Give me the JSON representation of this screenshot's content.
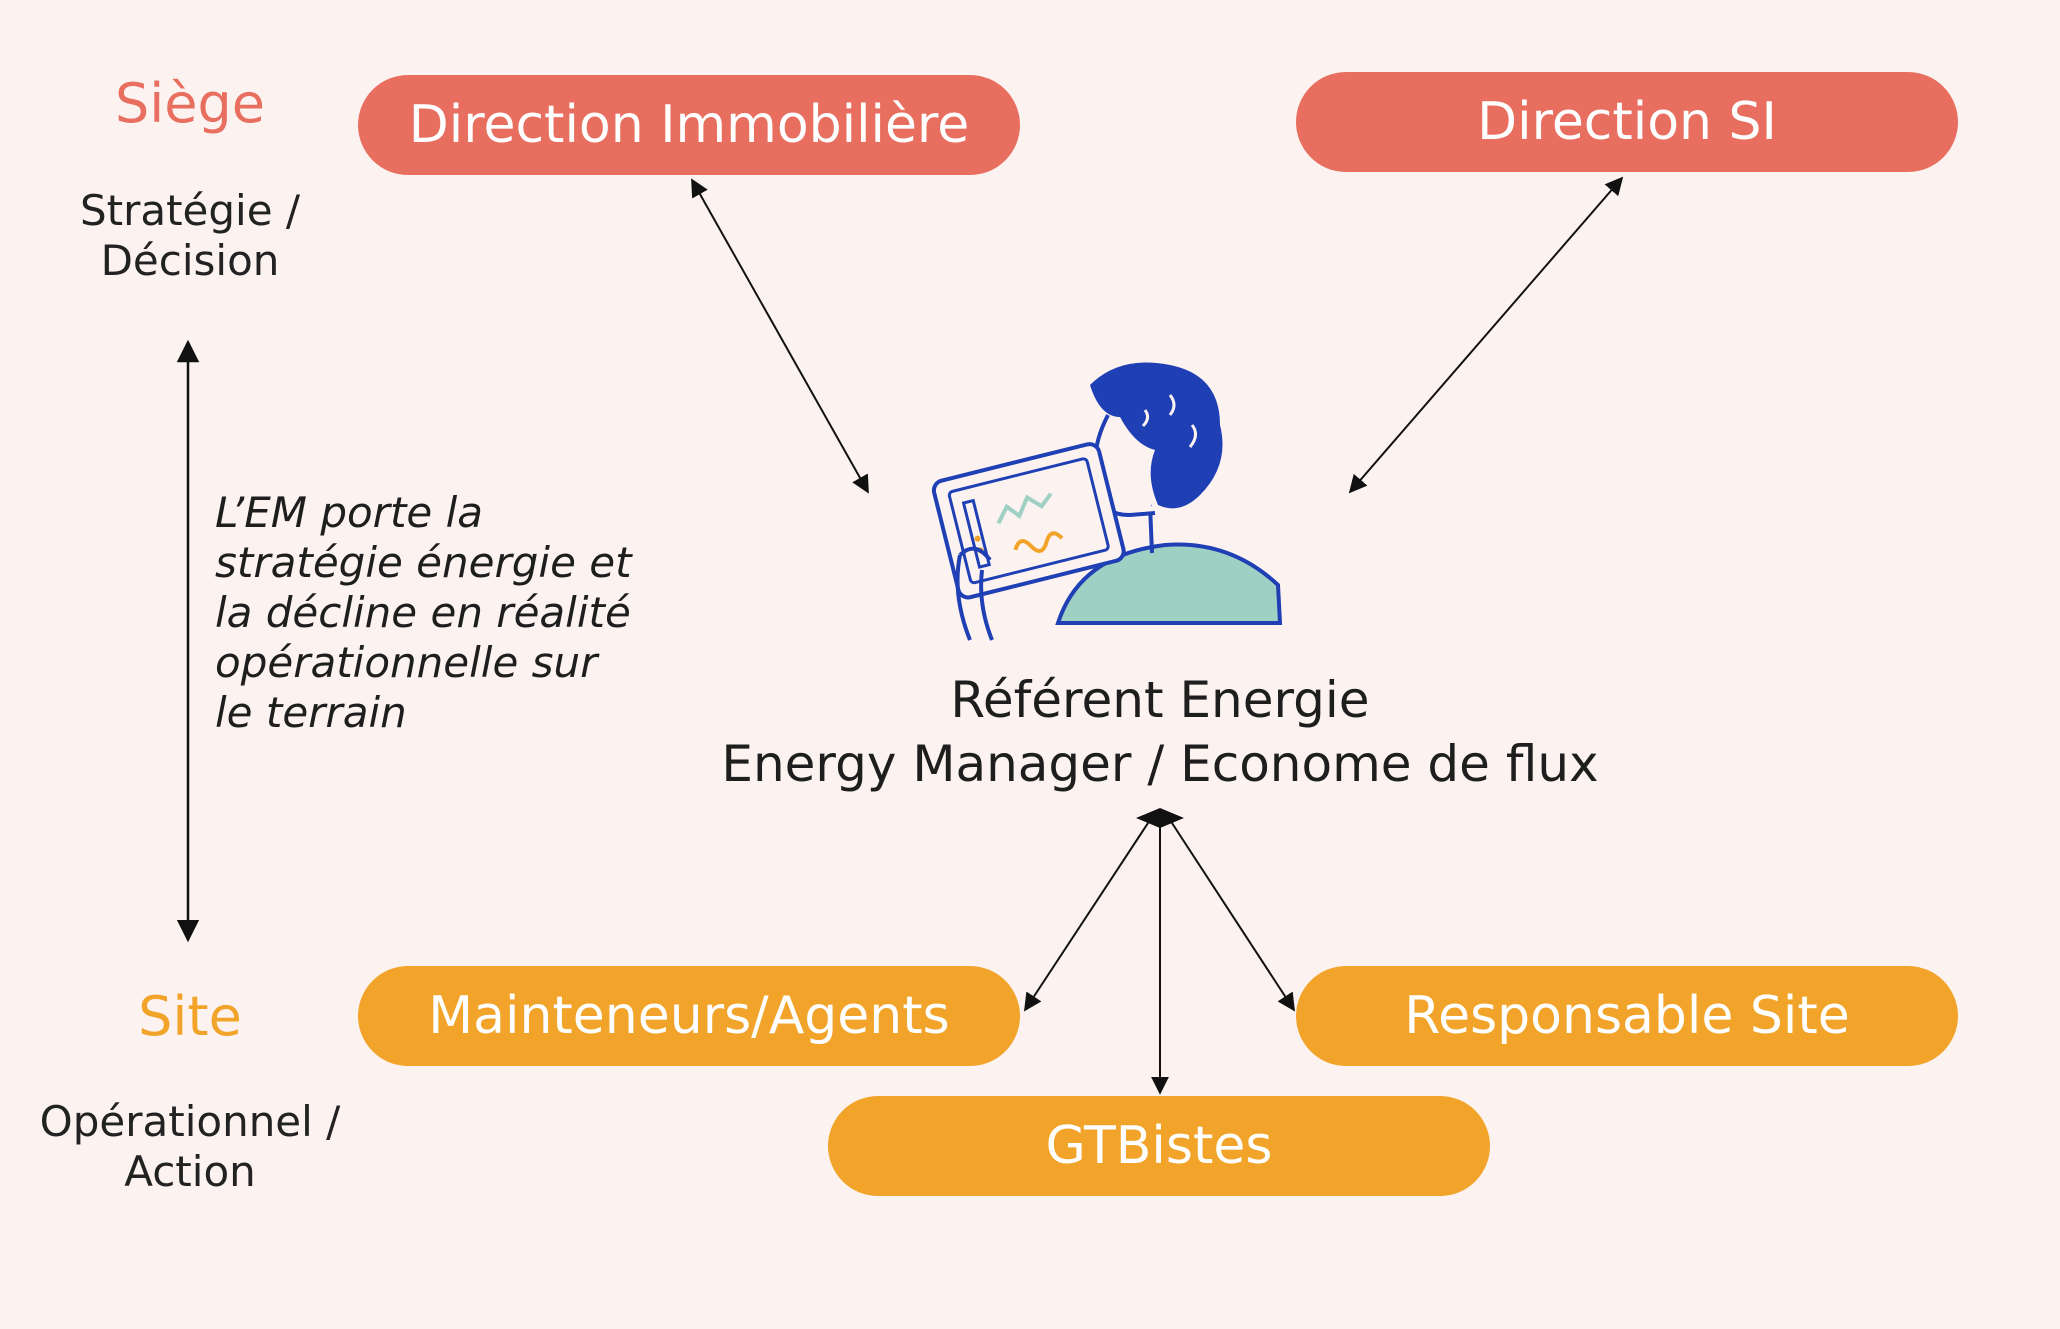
{
  "levels": {
    "top": {
      "title": "Siège",
      "subtitle_line1": "Stratégie /",
      "subtitle_line2": "Décision"
    },
    "bottom": {
      "title": "Site",
      "subtitle_line1": "Opérationnel /",
      "subtitle_line2": "Action"
    }
  },
  "note": {
    "line1": "L’EM porte la",
    "line2": "stratégie énergie et",
    "line3": "la décline en réalité",
    "line4": "opérationnelle sur",
    "line5": "le terrain"
  },
  "nodes": {
    "direction_immobiliere": "Direction Immobilière",
    "direction_si": "Direction SI",
    "mainteneurs": "Mainteneurs/Agents",
    "responsable_site": "Responsable Site",
    "gtbistes": "GTBistes"
  },
  "central": {
    "line1": "Référent Energie",
    "line2": "Energy Manager / Econome de flux",
    "icon": "energy-manager-with-tablet-illustration"
  },
  "colors": {
    "background": "#fcf3f1",
    "siege": "#e86f5f",
    "site": "#f2a42a",
    "text": "#1e1e1e",
    "illustration_blue": "#1f3fb5",
    "illustration_teal": "#9fd0c4"
  }
}
